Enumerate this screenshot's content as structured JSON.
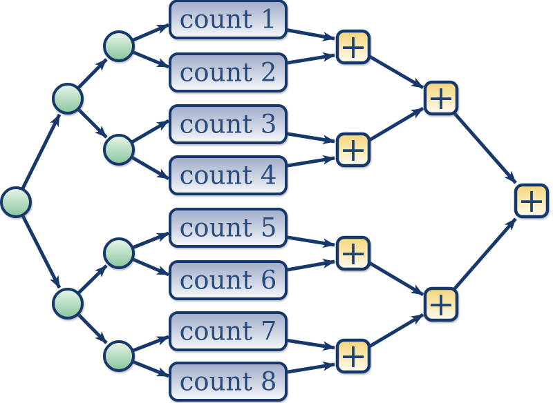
{
  "colors": {
    "outline_navy": "#16386b",
    "label_navy": "#274b7e",
    "plus_glyph_navy": "#1f4273",
    "box_top": "#9fabc8",
    "box_bottom": "#f7f9fc",
    "circle_top": "#ebf5ea",
    "circle_bottom": "#87c59c",
    "plus_top": "#f4d579",
    "plus_bottom": "#fffdf3"
  },
  "count_boxes": [
    {
      "label": "count 1"
    },
    {
      "label": "count 2"
    },
    {
      "label": "count 3"
    },
    {
      "label": "count 4"
    },
    {
      "label": "count 5"
    },
    {
      "label": "count 6"
    },
    {
      "label": "count 7"
    },
    {
      "label": "count 8"
    }
  ],
  "plus_nodes": [
    {
      "label": "+"
    },
    {
      "label": "+"
    },
    {
      "label": "+"
    },
    {
      "label": "+"
    },
    {
      "label": "+"
    },
    {
      "label": "+"
    },
    {
      "label": "+"
    }
  ]
}
